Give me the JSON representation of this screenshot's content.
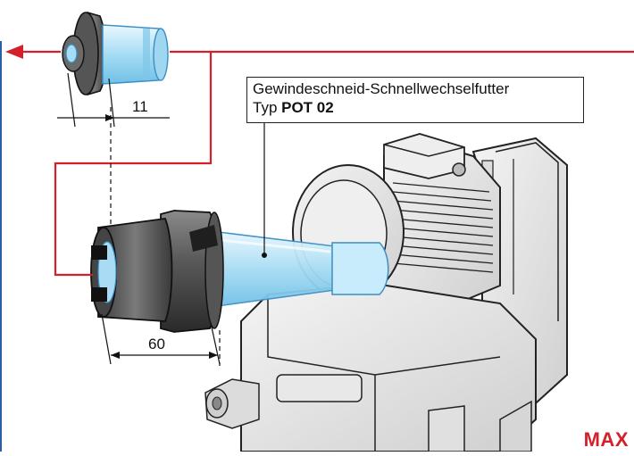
{
  "callout": {
    "line1": "Gewindeschneid-Schnellwechselfutter",
    "line2_prefix": "Typ ",
    "line2_bold": "POT 02"
  },
  "dimensions": {
    "top": "11",
    "bottom": "60"
  },
  "brand": {
    "text": "MAX"
  },
  "colors": {
    "arrow": "#d3202b",
    "glass_light": "#d8f0fb",
    "glass_mid": "#9fd6f0",
    "metal_dark": "#4a4a4a",
    "housing": "#e6e6e6"
  }
}
